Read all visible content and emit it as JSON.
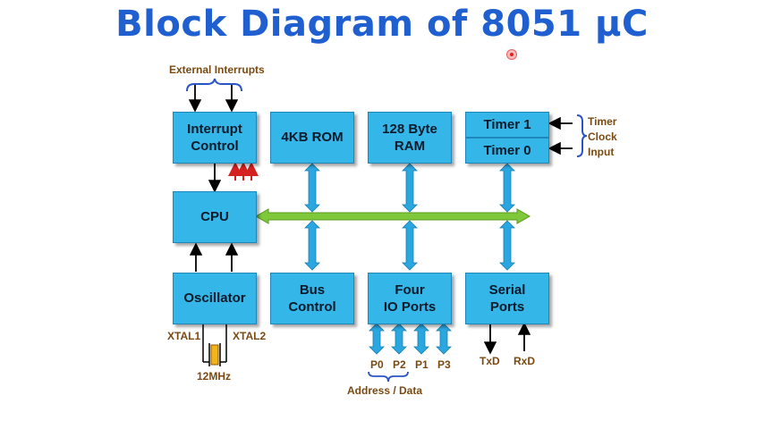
{
  "title": "Block Diagram of 8051 μC",
  "blocks": {
    "interrupt_control": "Interrupt\nControl",
    "rom": "4KB ROM",
    "ram": "128 Byte\nRAM",
    "timer1": "Timer 1",
    "timer0": "Timer 0",
    "cpu": "CPU",
    "oscillator": "Oscillator",
    "bus_control": "Bus\nControl",
    "io_ports": "Four\nIO Ports",
    "serial_ports": "Serial\nPorts"
  },
  "labels": {
    "external_interrupts": "External Interrupts",
    "timer_clock_input": "Timer\nClock\nInput",
    "xtal1": "XTAL1",
    "xtal2": "XTAL2",
    "crystal_freq": "12MHz",
    "p0": "P0",
    "p2": "P2",
    "p1": "P1",
    "p3": "P3",
    "address_data": "Address / Data",
    "txd": "TxD",
    "rxd": "RxD"
  },
  "colors": {
    "block_fill": "#35b6e8",
    "title": "#1f5fd0",
    "bus": "#7ec83a",
    "label": "#7a4a12",
    "interrupt_arrows": "#d42020",
    "crystal": "#f2b418"
  }
}
